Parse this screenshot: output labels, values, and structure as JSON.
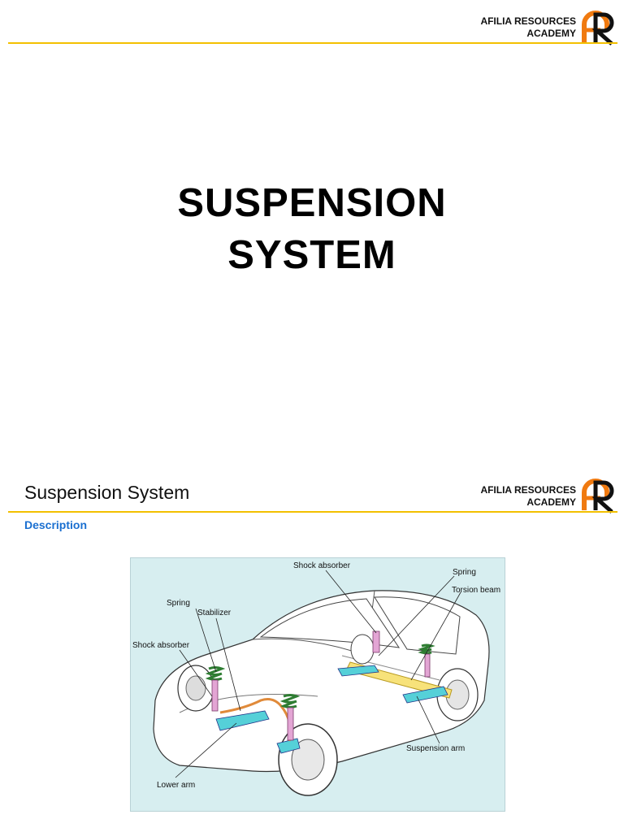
{
  "brand": {
    "line1": "AFILIA RESOURCES",
    "line2": "ACADEMY"
  },
  "slide1": {
    "title_line1": "SUSPENSION",
    "title_line2": "SYSTEM"
  },
  "slide2": {
    "title": "Suspension System",
    "subtitle": "Description",
    "figure_labels": {
      "shock_absorber_top": "Shock absorber",
      "spring_right": "Spring",
      "torsion_beam": "Torsion beam",
      "spring_left": "Spring",
      "stabilizer": "Stabilizer",
      "shock_absorber_left": "Shock absorber",
      "suspension_arm": "Suspension arm",
      "lower_arm": "Lower arm"
    }
  },
  "colors": {
    "accent_rule": "#f3c000",
    "logo_orange": "#f07a10",
    "subtitle_blue": "#1a6fd0",
    "figure_bg": "#d7eef0"
  }
}
